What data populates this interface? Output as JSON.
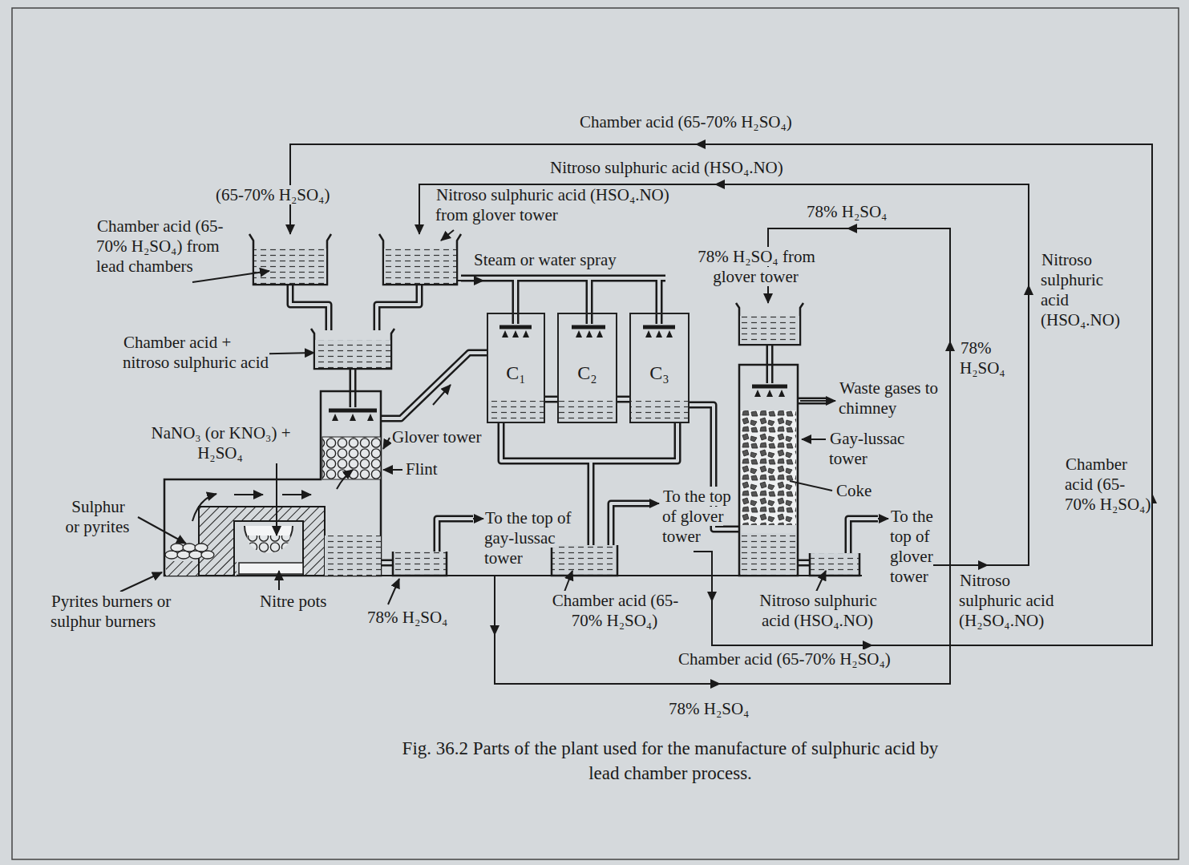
{
  "diagram": {
    "caption": "Fig. 36.2 Parts of the plant used for the manufacture of sulphuric acid by lead chamber process.",
    "nodes": [
      {
        "text": [
          "C₁"
        ]
      },
      {
        "text": [
          "C₂"
        ]
      },
      {
        "text": [
          "C₃"
        ]
      }
    ],
    "edges": [
      {
        "from": 0,
        "to": 1,
        "arrow": "none"
      },
      {
        "from": 1,
        "to": 2,
        "arrow": "none"
      }
    ],
    "labels": [
      "Chamber acid (65-70% H₂SO₄)",
      "Nitroso sulphuric acid (HSO₄.NO)",
      "(65-70% H₂SO₄)",
      "Nitroso sulphuric acid (HSO₄.NO) from glover tower",
      "78% H₂SO₄",
      "Chamber acid (65-70% H₂SO₄) from lead chambers",
      "Steam or water spray",
      "78% H₂SO₄ from glover tower",
      "Nitroso sulphuric acid (HSO₄.NO)",
      "Chamber acid + nitroso sulphuric acid",
      "78% H₂SO₄",
      "Waste gases to chimney",
      "Gay-lussac tower",
      "NaNO₃ (or KNO₃) + H₂SO₄",
      "Glover tower",
      "Flint",
      "Coke",
      "Chamber acid (65-70% H₂SO₄)",
      "Sulphur or pyrites",
      "To the top of gay-lussac tower",
      "To the top of glover tower",
      "To the top of glover tower",
      "Pyrites burners or sulphur burners",
      "Nitre pots",
      "78% H₂SO₄",
      "Chamber acid (65-70% H₂SO₄)",
      "Nitroso sulphuric acid (HSO₄.NO)",
      "Nitroso sulphuric acid (H₂SO₄.NO)",
      "Chamber acid (65-70% H₂SO₄)",
      "78% H₂SO₄"
    ]
  }
}
